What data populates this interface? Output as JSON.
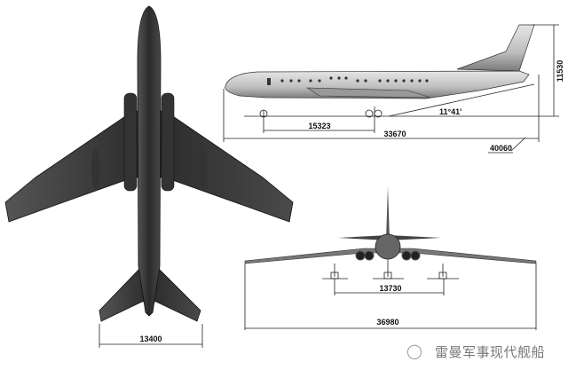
{
  "dimensions": {
    "main_gear_base": "15323",
    "fuselage_length": "33670",
    "overall_length": "40060",
    "height": "11530",
    "tail_angle": "11°41'",
    "main_gear_track": "13730",
    "wingspan": "36980",
    "stabilizer_span": "13400"
  },
  "watermark": {
    "icon": "wechat-icon",
    "text": "雷曼军事现代舰船"
  },
  "colors": {
    "aircraft_dark": "#3a3a3a",
    "aircraft_light": "#bdbdbd",
    "lines": "#222222"
  }
}
